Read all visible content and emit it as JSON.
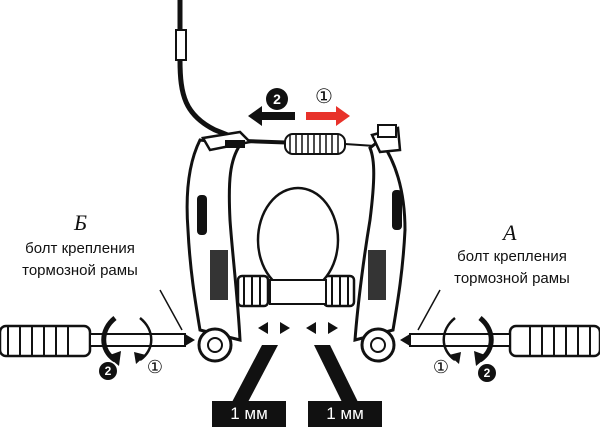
{
  "labels": {
    "left_letter": "Б",
    "left_caption_line1": "болт крепления",
    "left_caption_line2": "тормозной рамы",
    "right_letter": "А",
    "right_caption_line1": "болт крепления",
    "right_caption_line2": "тормозной рамы",
    "gap_left": "1 мм",
    "gap_right": "1 мм"
  },
  "markers": {
    "step1": "①",
    "step2": "2"
  },
  "colors": {
    "ink": "#111111",
    "release_arrow": "#e8322a",
    "background": "#ffffff"
  }
}
